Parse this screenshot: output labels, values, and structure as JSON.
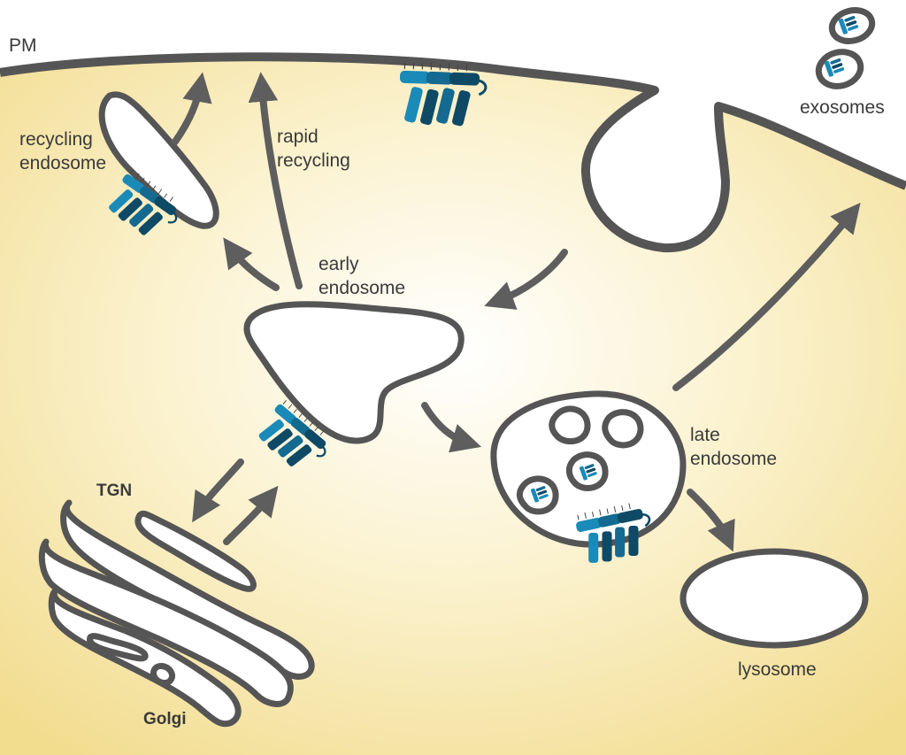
{
  "labels": {
    "pm": "PM",
    "exosomes": "exosomes",
    "recycling_endosome": [
      "recycling",
      "endosome"
    ],
    "rapid_recycling": [
      "rapid",
      "recycling"
    ],
    "early_endosome": [
      "early",
      "endosome"
    ],
    "late_endosome": [
      "late",
      "endosome"
    ],
    "lysosome": "lysosome",
    "tgn": "TGN",
    "golgi": "Golgi"
  },
  "colors": {
    "cytoplasm_center": "#ffffff",
    "cytoplasm_edge": "#f2dc8e",
    "membrane": "#555555",
    "arrow": "#5e5e5e",
    "protein_light": "#1a8ab8",
    "protein_mid": "#146a90",
    "protein_dark": "#0e4a66"
  }
}
